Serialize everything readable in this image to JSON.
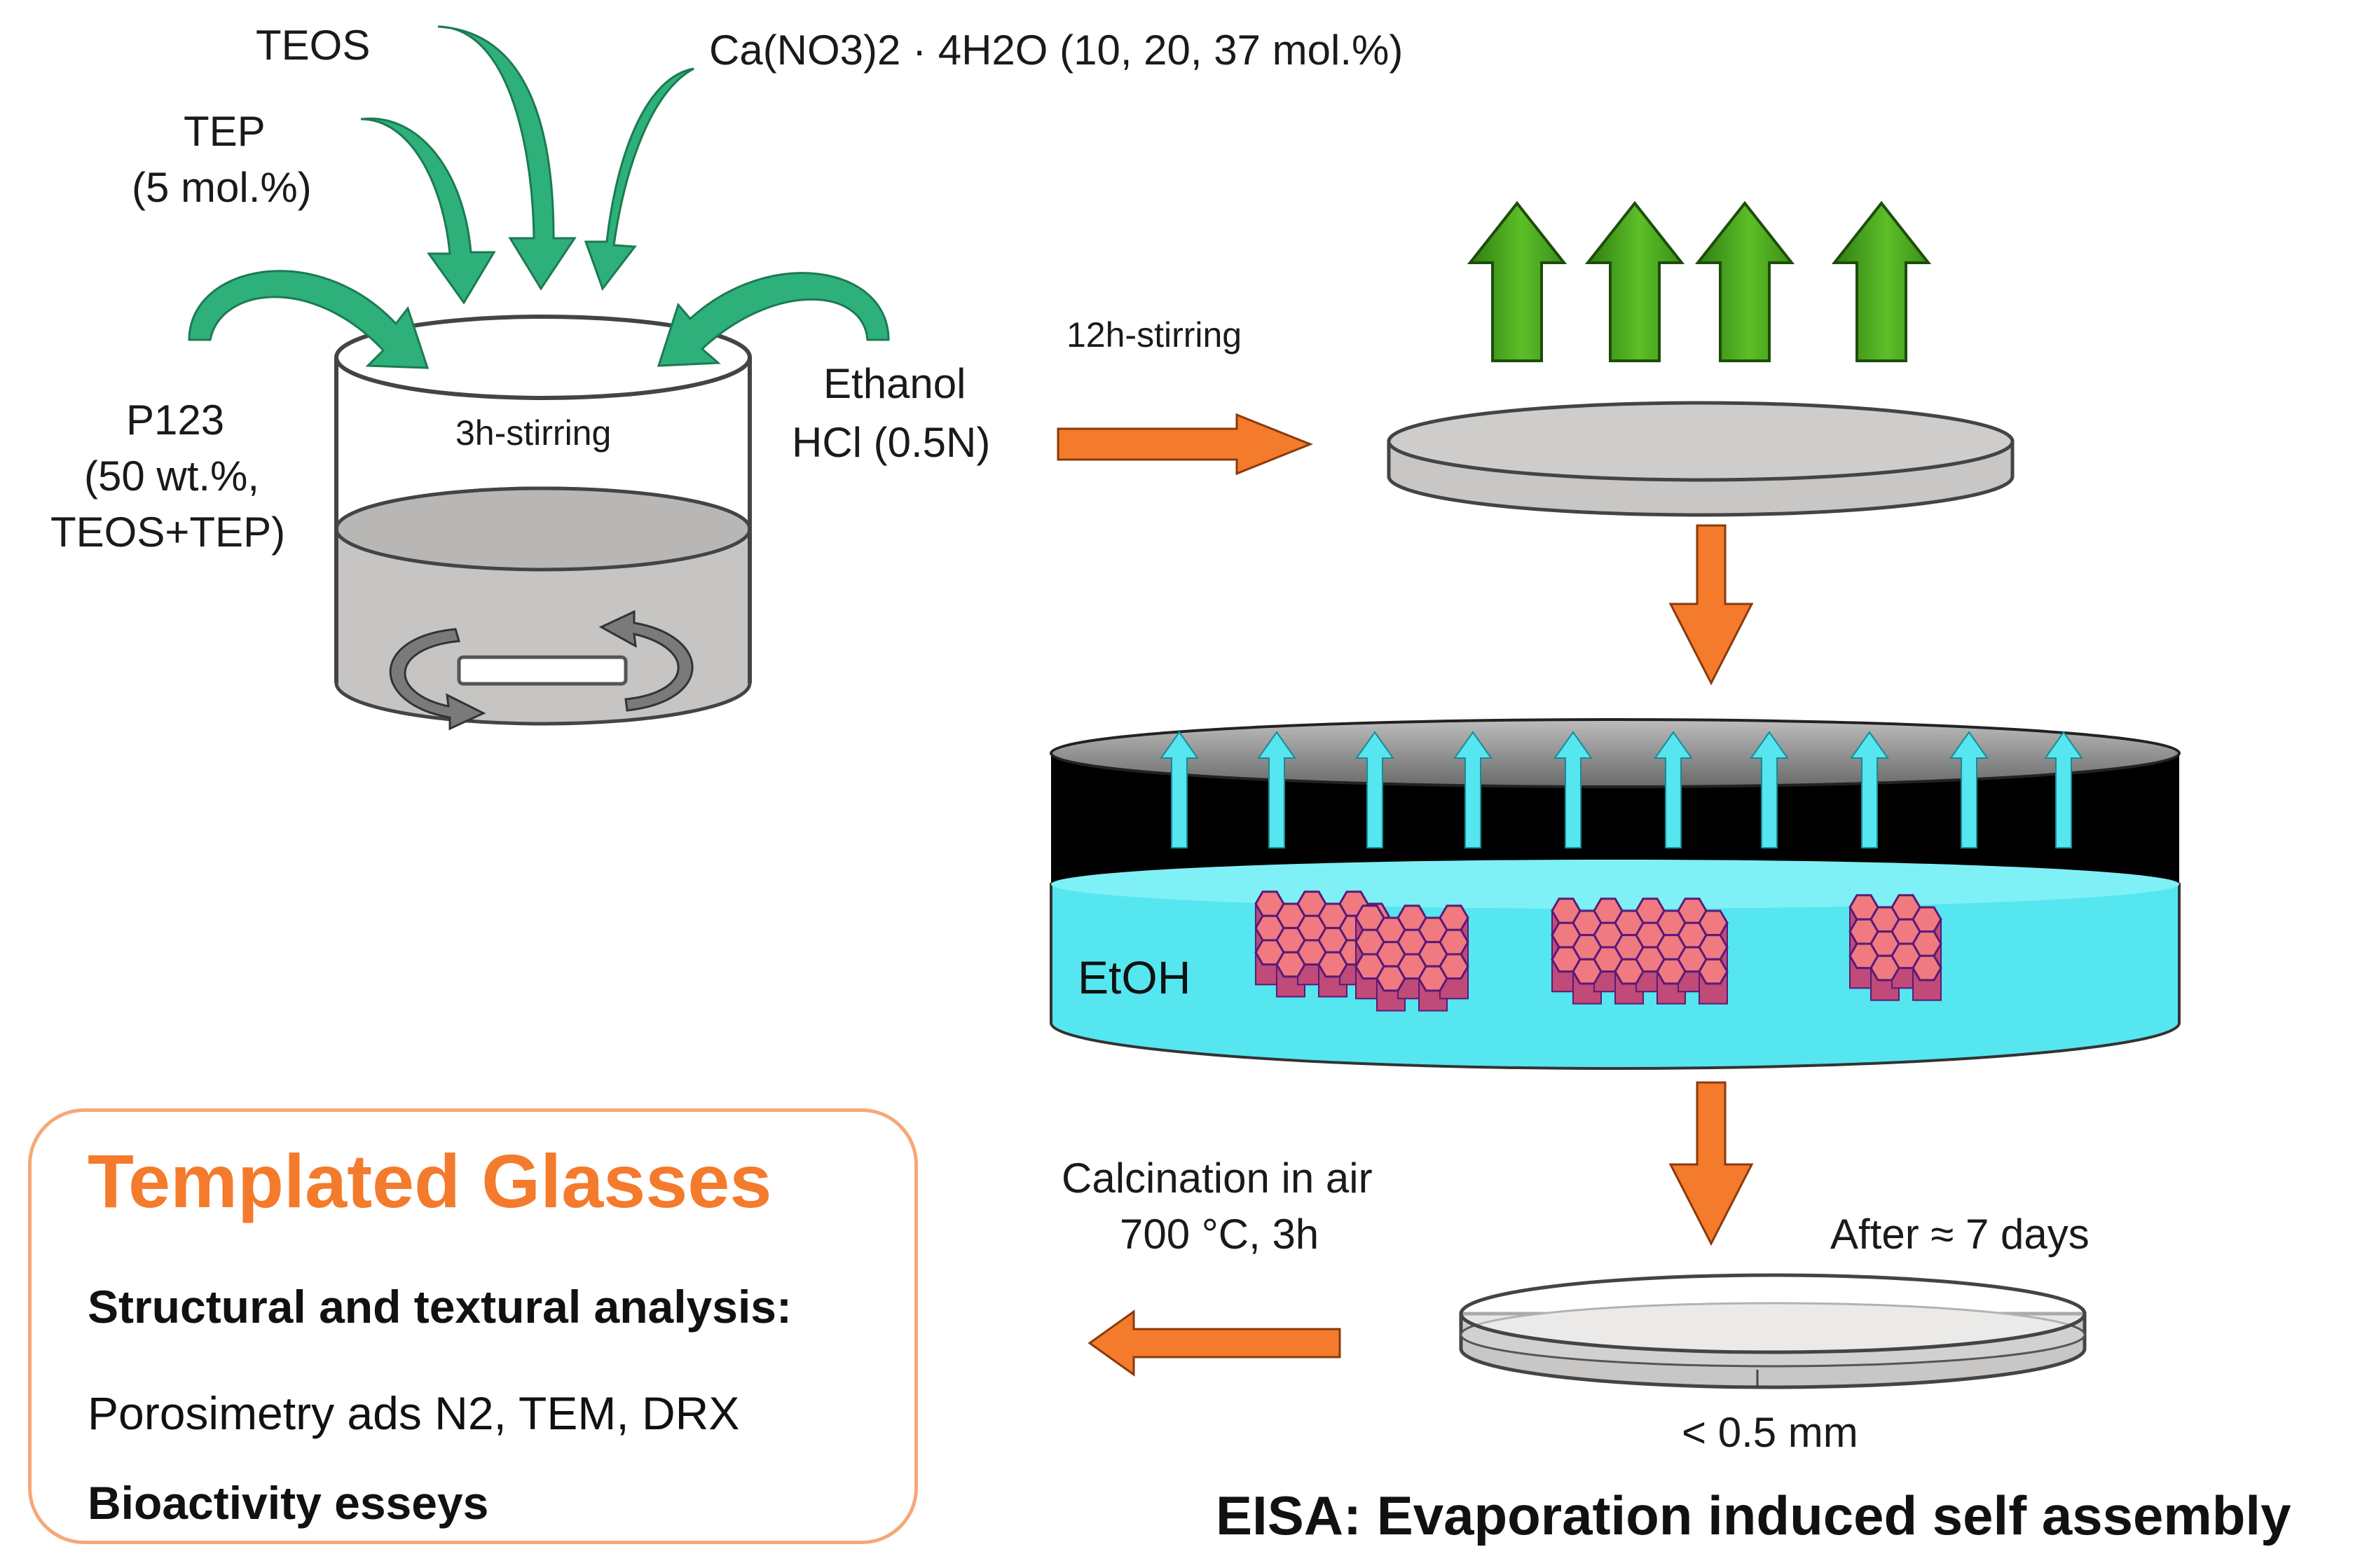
{
  "reagents": {
    "teos": "TEOS",
    "tep": "TEP",
    "tep_amount": "(5 mol.%)",
    "calcium": "Ca(NO3)2 · 4H2O (10, 20, 37 mol.%)",
    "p123": "P123",
    "p123_amount": "(50 wt.%,",
    "p123_basis": "TEOS+TEP)",
    "ethanol": "Ethanol",
    "hcl": "HCl (0.5N)"
  },
  "steps": {
    "stir_3h": "3h-stirring",
    "stir_12h": "12h-stirring",
    "solvent": "EtOH",
    "calcination_line1": "Calcination in air",
    "calcination_line2": "700 °C, 3h",
    "aging": "After ≈ 7 days",
    "thickness": "< 0.5 mm"
  },
  "summary": {
    "title": "Templated Glasses",
    "heading": "Structural and textural analysis:",
    "methods": "Porosimetry ads N2, TEM, DRX",
    "bioactivity": "Bioactivity esseys"
  },
  "caption": "EISA: Evaporation induced self assembly",
  "colors": {
    "green": "#2eb07a",
    "orange": "#f47a2c",
    "cyan": "#55e6f0",
    "hex_fill": "#f07a80",
    "hex_stroke": "#5a1a78"
  }
}
